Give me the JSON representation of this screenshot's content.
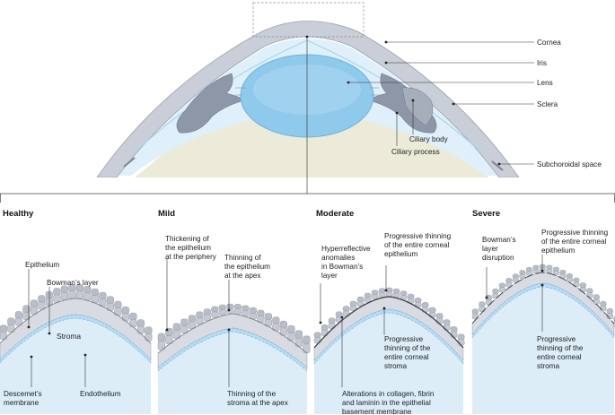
{
  "eye_labels": {
    "cornea": "Cornea",
    "iris": "Iris",
    "lens": "Lens",
    "sclera": "Sclera",
    "ciliary_body": "Ciliary body",
    "ciliary_process": "Ciliary process",
    "subchoroidal_space": "Subchoroidal space"
  },
  "panels": {
    "healthy": {
      "title": "Healthy",
      "epithelium": "Epithelium",
      "bowmans": "Bowman’s layer",
      "stroma": "Stroma",
      "descemets": [
        "Descemet’s",
        "membrane"
      ],
      "endothelium": "Endothelium"
    },
    "mild": {
      "title": "Mild",
      "thick_periphery": [
        "Thickening of",
        "the epithelium",
        "at the periphery"
      ],
      "thin_apex": [
        "Thinning of",
        "the epithelium",
        "at the apex"
      ],
      "stroma_apex": [
        "Thinning of the",
        "stroma at the apex"
      ]
    },
    "moderate": {
      "title": "Moderate",
      "hyperreflective": [
        "Hyperreflective",
        "anomalies",
        "in Bowman’s",
        "layer"
      ],
      "prog_epi": [
        "Progressive thinning",
        "of the entire corneal",
        "epithelium"
      ],
      "prog_stroma": [
        "Progressive",
        "thinning of the",
        "entire corneal",
        "stroma"
      ],
      "alterations": [
        "Alterations in collagen, fibrin",
        "and laminin in the epithelial",
        "basement membrane"
      ]
    },
    "severe": {
      "title": "Severe",
      "bowman_disruption": [
        "Bowman’s",
        "layer",
        "disruption"
      ],
      "prog_epi": [
        "Progressive thinning",
        "of the entire corneal",
        "epithelium"
      ],
      "prog_stroma": [
        "Progressive",
        "thinning of the",
        "entire corneal",
        "stroma"
      ]
    }
  },
  "colors": {
    "cornea_outer": "#c9ced8",
    "chamber": "#dff0fa",
    "lens": "#8fc9ec",
    "iris": "#8d97a8",
    "vitreous": "#ecebd9",
    "epithelium": "#b8bdc7",
    "stroma": "#d8dbe1",
    "endothelium": "#b7dbf2",
    "lower_fill": "#dcedf8"
  }
}
